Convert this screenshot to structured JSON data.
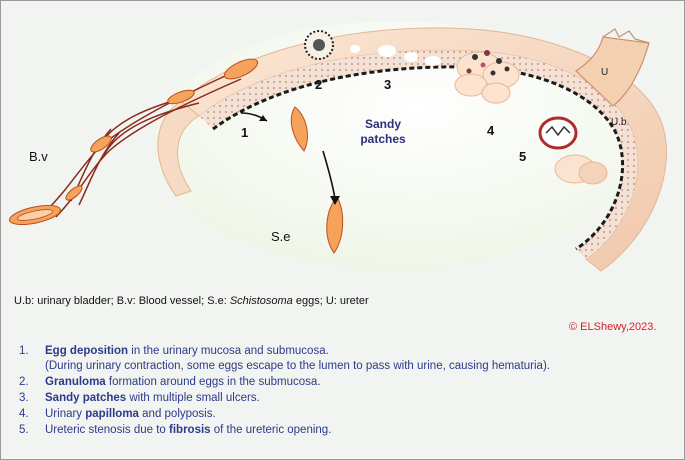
{
  "labels": {
    "blood_vessel": "B.v",
    "schistosoma_eggs": "S.e",
    "ureter": "U",
    "urinary_bladder": "U.b",
    "sandy_patches": "Sandy patches",
    "n1": "1",
    "n2": "2",
    "n3": "3",
    "n4": "4",
    "n5": "5"
  },
  "legend": {
    "part1": "U.b: urinary bladder; B.v: Blood vessel; S.e: ",
    "italic": "Schistosoma",
    "part2": " eggs; U: ureter"
  },
  "copyright": "© ELShewy,2023.",
  "notes": [
    {
      "num": "1.",
      "bold": "Egg deposition",
      "after": " in the urinary mucosa and submucosa.",
      "sub": "(During urinary contraction, some eggs escape to the lumen to pass with urine, causing hematuria)."
    },
    {
      "num": "2.",
      "bold": "Granuloma",
      "after": " formation around eggs in the submucosa."
    },
    {
      "num": "3.",
      "bold": "Sandy patches",
      "after": " with multiple small ulcers."
    },
    {
      "num": "4.",
      "before": "Urinary ",
      "bold": "papilloma",
      "after": " and polyposis."
    },
    {
      "num": "5.",
      "before": "Ureteric stenosis due to ",
      "bold": "fibrosis",
      "after": " of the ureteric opening."
    }
  ],
  "colors": {
    "egg_fill": "#f5a25a",
    "egg_stroke": "#b8501e",
    "wall_fill": "#f6dac3",
    "vessel_stroke": "#8a2a1d",
    "title_blue": "#2c2f7a",
    "note_blue": "#2d3a8c",
    "copyright_red": "#d2232a"
  }
}
